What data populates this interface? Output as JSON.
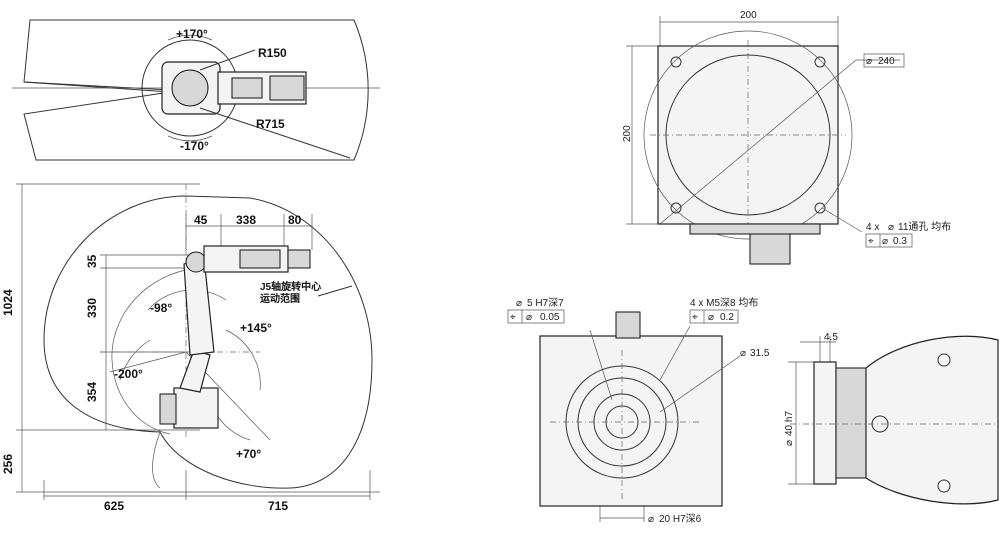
{
  "top_view": {
    "angle_pos": "+170°",
    "angle_neg": "-170°",
    "radius_inner": "R150",
    "radius_outer": "R715"
  },
  "side_view": {
    "top_45": "45",
    "top_338": "338",
    "top_80": "80",
    "left_1024": "1024",
    "left_35": "35",
    "left_330": "330",
    "left_354": "354",
    "left_256": "256",
    "bottom_625": "625",
    "bottom_715": "715",
    "angle_m98": "-98°",
    "angle_p145": "+145°",
    "angle_m200": "-200°",
    "angle_p70": "+70°",
    "j5_label_1": "J5轴旋转中心",
    "j5_label_2": "运动范围"
  },
  "base_view": {
    "width": "200",
    "height": "200",
    "pcd": "240",
    "holes": "4 x",
    "hole_dia": "11通孔 均布",
    "tol": "0.3"
  },
  "flange_view": {
    "pin_label": "5 H7深7",
    "pin_tol": "0.05",
    "tap_label": "4 x M5深8 均布",
    "tap_tol": "0.2",
    "pcd": "31.5",
    "bore": "20 H7深6"
  },
  "flange_side": {
    "thickness": "4.5",
    "spigot": "40 h7"
  }
}
